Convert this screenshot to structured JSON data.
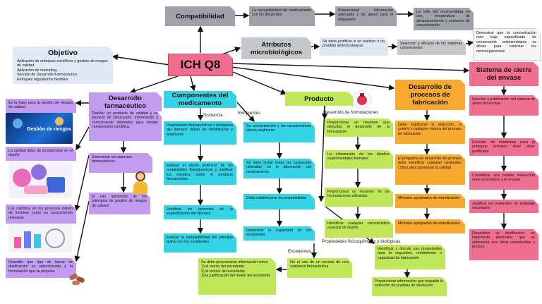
{
  "central": "ICH Q8",
  "compatibilidad": {
    "title": "Compatibilidad",
    "b1": "La compatibilidad del medicamento con los diluyentes",
    "b2": "Proporcionar información adecuada y de apoyo para el etiquetado",
    "b3": "La vida útil recomendada en uso, temperatura de almacenamiento y extremos de concentración"
  },
  "atributos": {
    "title": "Atributos microbiológicos",
    "b1": "Se debe justificar si se realizan o no pruebas antimicrobianas",
    "b2": "Selección y eficacia de los sistemas conservantes",
    "b3": "Demostrar que la concentración más baja especificada de conservante antimicrobiano es eficaz para controlar los microorganismos"
  },
  "objetivo": {
    "title": "Objetivo",
    "items": [
      "Aplicación de enfoques científicos y gestión de riesgos de calidad.",
      "Aplicación de marketing.",
      "Sección de Desarrollo Farmacéutico",
      "Enfoques regulatorios flexibles"
    ]
  },
  "desarrollo_farma": {
    "title": "Desarrollo farmacéutico",
    "b1": "Diseñar un producto de calidad y su proceso de fabricación. Información y conocimiento obtenidos para brindar comprensión científica.",
    "b2": "Determinar los aspectos farmacéuticos",
    "b3": "El uso apropiado de los principios de gestión de riesgos de calidad"
  },
  "left_notes": {
    "n1": "Es la base para la gestión de riesgos de calidad",
    "n2": "La calidad debe de incorporarse en el diseño",
    "n3": "Los cambios en los procesos deben de incluirse como un conocimiento relevante",
    "n4": "Describir que tipo de forma de dosificación es seleccionada y la formulación que se propone",
    "img1_text": "Gestión de riesgos"
  },
  "componentes": {
    "title": "Componentes del medicamento",
    "sub_sustancia": "Sustancia",
    "sub_excipientes": "Excipientes",
    "s1": "Propiedades fisicoquímicas y biológicas del fármaco deben de identificarse y analizarse",
    "s2": "Evaluar el efecto potencial de las propiedades fisicoquímicas y justificar los estudios sobre el producto farmacéutico",
    "s3": "Justificar los lamentos de la especificación del fármaco",
    "s4": "Evaluar la compatibilidad del principio activo con los excipientes",
    "e1": "Su concentración y las características deben analizarse",
    "e2": "Se debe incluir todas las sustancias utilizadas en la fabricación del medicamento",
    "e3": "Debe establecerse la compatibilidad",
    "e4": "Demostrar la capacidad de los excipientes"
  },
  "producto": {
    "title": "Producto",
    "sub_form": "Desarrollo de formulaciones",
    "f1": "Proporcionar un resumen que describa el desarrollo de la formulación",
    "f2": "La información de los diseños experimentales formales",
    "f3": "Proporcionar un resumen de las formulaciones utilizadas",
    "f4": "Identificar cualquier característica especial de diseño",
    "sub_prop": "Propiedades fisicoquímicas y biológicas",
    "p1": "Identificar y discutir sus propiedades para la seguridad, rendimiento o capacidad de fabricación",
    "p2": "Proporcionar información que respalde la selección de pruebas de disolución",
    "sub_exc": "Excedentes",
    "x1": "No al uso de un exceso de una sustancia farmacéutica",
    "x2": "Se debe proporcionar información sobre\n1) el monto del excedente\n2) el motivo del excedente\n3) la justificación del monto del excedente"
  },
  "procesos": {
    "title": "Desarrollo de procesos de fabricación",
    "b1": "Debe explicarse la selección, el control y cualquier mejora del proceso de fabricación",
    "b2": "El programa de desarrollo del proceso debe identificar cualquier parámetro crítico para garantizar la calidad",
    "b3": "Métodos apropiados de esterilización",
    "b4": "Métodos apropiados de esterilización"
  },
  "cierre": {
    "title": "Sistema de cierre del envase",
    "b1": "Elección y justificación del sistema de cierre del envase",
    "b2": "Elección de materiales para el empaque primario debe estar justificada",
    "b3": "Considerar una posible interacción entre el producto y el envase",
    "b4": "Justificar los materiales de embalaje secundario",
    "b5": "Dispositivo de dosificación. es importante demostrar que se administra una dosis reproducible y precisa"
  },
  "colors": {
    "gray": "#9fa3a9",
    "cyan": "#35d3e6",
    "green": "#c0e65a",
    "orange": "#f7a930",
    "pink": "#f06f91",
    "purple": "#c29cf0"
  }
}
